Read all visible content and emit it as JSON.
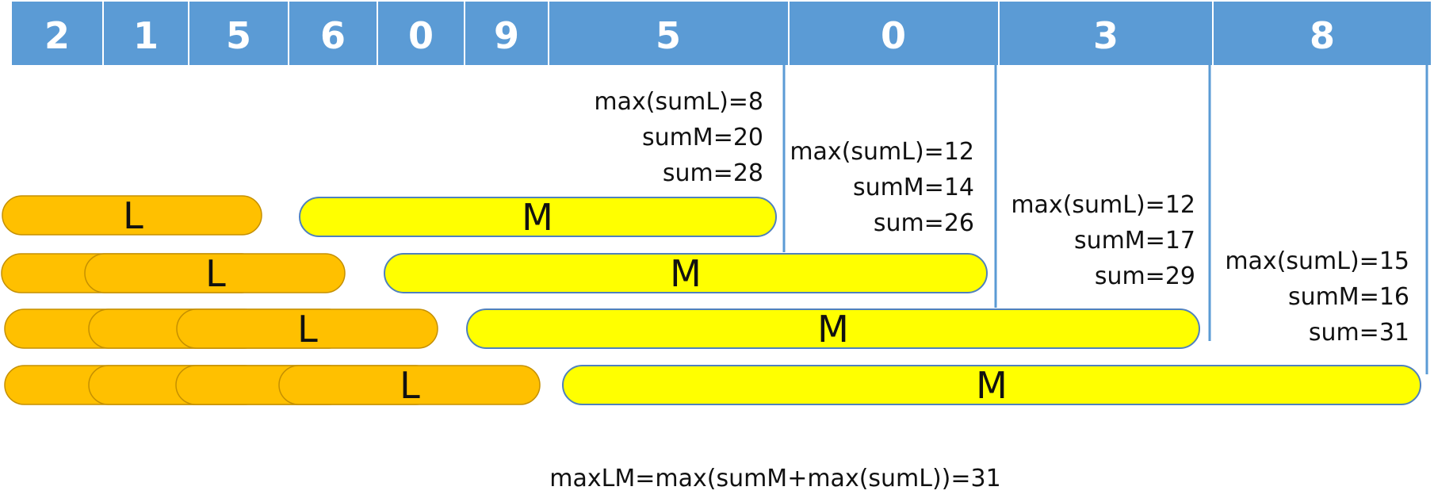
{
  "cells": [
    "2",
    "1",
    "5",
    "6",
    "0",
    "9",
    "5",
    "0",
    "3",
    "8"
  ],
  "colors": {
    "cell_fill": "#5b9bd5",
    "cell_text": "#ffffff",
    "divider": "#5b9bd5",
    "l_fill": "#ffc000",
    "l_stroke": "#c59000",
    "m_fill": "#ffff00",
    "m_stroke": "#4f81bd"
  },
  "l_label": "L",
  "m_label": "M",
  "annotations": [
    {
      "max_suml": "max(sumL)=8",
      "sum_m": "sumM=20",
      "sum": "sum=28"
    },
    {
      "max_suml": "max(sumL)=12",
      "sum_m": "sumM=14",
      "sum": "sum=26"
    },
    {
      "max_suml": "max(sumL)=12",
      "sum_m": "sumM=17",
      "sum": "sum=29"
    },
    {
      "max_suml": "max(sumL)=15",
      "sum_m": "sumM=16",
      "sum": "sum=31"
    }
  ],
  "formula": "maxLM=max(sumM+max(sumL))=31"
}
